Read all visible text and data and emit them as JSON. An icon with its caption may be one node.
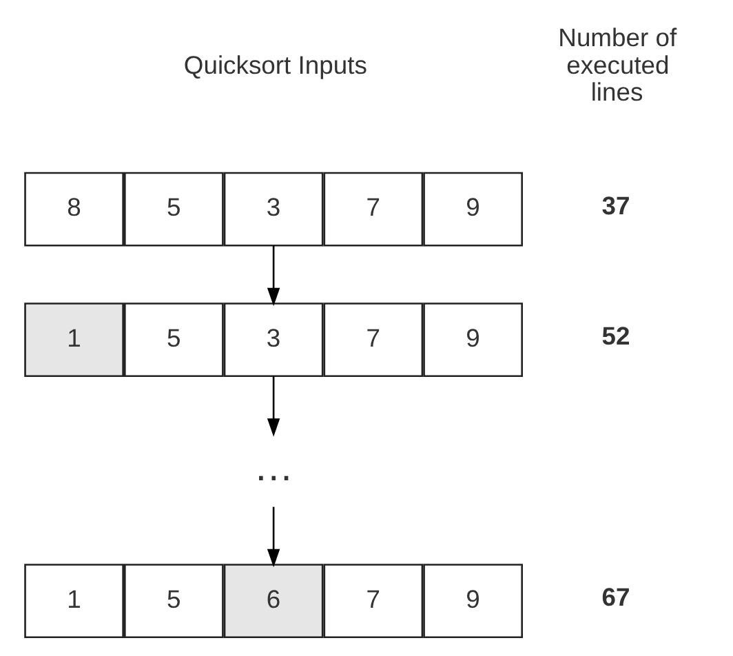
{
  "diagram": {
    "nodes": [
      {
        "text": [
          "8"
        ]
      },
      {
        "text": [
          "5"
        ]
      },
      {
        "text": [
          "3"
        ]
      },
      {
        "text": [
          "7"
        ]
      },
      {
        "text": [
          "9"
        ]
      },
      {
        "text": [
          "1"
        ]
      },
      {
        "text": [
          "5"
        ]
      },
      {
        "text": [
          "3"
        ]
      },
      {
        "text": [
          "7"
        ]
      },
      {
        "text": [
          "9"
        ]
      },
      {
        "text": [
          "…"
        ]
      },
      {
        "text": [
          "1"
        ]
      },
      {
        "text": [
          "5"
        ]
      },
      {
        "text": [
          "6"
        ]
      },
      {
        "text": [
          "7"
        ]
      },
      {
        "text": [
          "9"
        ]
      }
    ],
    "edges": [
      {
        "from": 2,
        "to": 7,
        "arrow": "to"
      },
      {
        "from": 7,
        "to": 10,
        "arrow": "to"
      },
      {
        "from": 10,
        "to": 13,
        "arrow": "to"
      }
    ],
    "labels": [
      "Quicksort Inputs",
      "Number of executed lines",
      "37",
      "52",
      "67"
    ]
  }
}
